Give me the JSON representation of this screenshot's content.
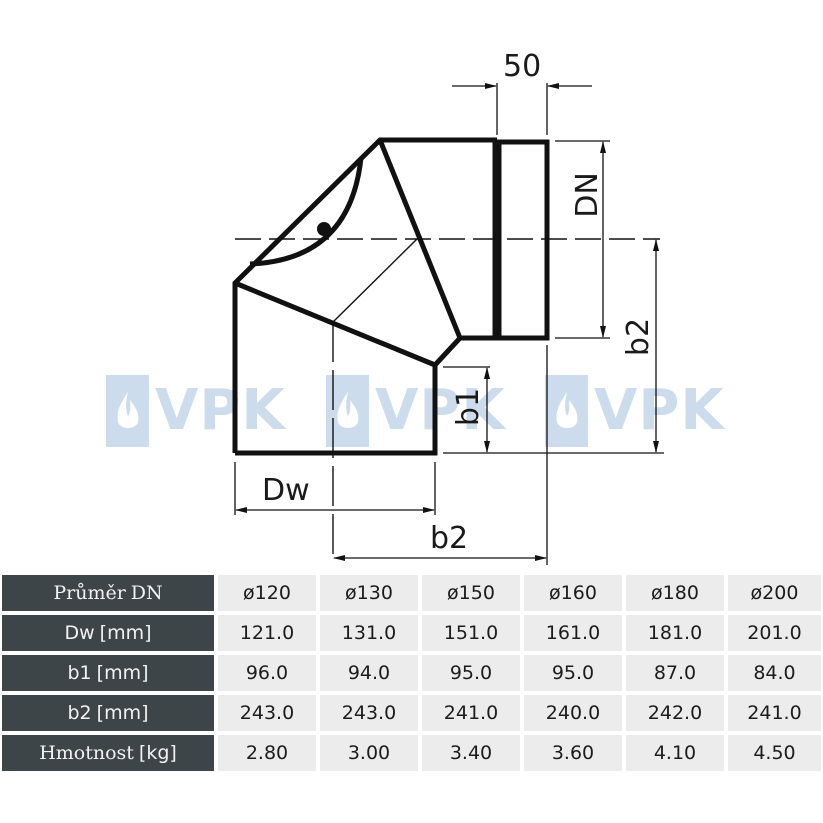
{
  "diagram": {
    "title": "90° chimney elbow dimension drawing",
    "labels": {
      "socket_length": "50",
      "nominal_diameter": "DN",
      "b2_vertical": "b2",
      "b1": "b1",
      "outer_diameter": "Dw",
      "b2_horizontal": "b2"
    },
    "watermark": {
      "text": "VPK",
      "icon": "flame-icon",
      "color": "#cddcec",
      "repeat": 3
    }
  },
  "table": {
    "colors": {
      "header_bg": "#3e4549",
      "header_text": "#f2f2f2",
      "cell_bg": "#ececec",
      "cell_text": "#1c1c1c"
    },
    "rows": [
      {
        "label": "Průměr",
        "unit": "DN",
        "values": [
          "ø120",
          "ø130",
          "ø150",
          "ø160",
          "ø180",
          "ø200"
        ]
      },
      {
        "label": "Dw",
        "unit": "[mm]",
        "values": [
          "121.0",
          "131.0",
          "151.0",
          "161.0",
          "181.0",
          "201.0"
        ]
      },
      {
        "label": "b1",
        "unit": "[mm]",
        "values": [
          "96.0",
          "94.0",
          "95.0",
          "95.0",
          "87.0",
          "84.0"
        ]
      },
      {
        "label": "b2",
        "unit": "[mm]",
        "values": [
          "243.0",
          "243.0",
          "241.0",
          "240.0",
          "242.0",
          "241.0"
        ]
      },
      {
        "label": "Hmotnost",
        "unit": "[kg]",
        "values": [
          "2.80",
          "3.00",
          "3.40",
          "3.60",
          "4.10",
          "4.50"
        ]
      }
    ]
  }
}
